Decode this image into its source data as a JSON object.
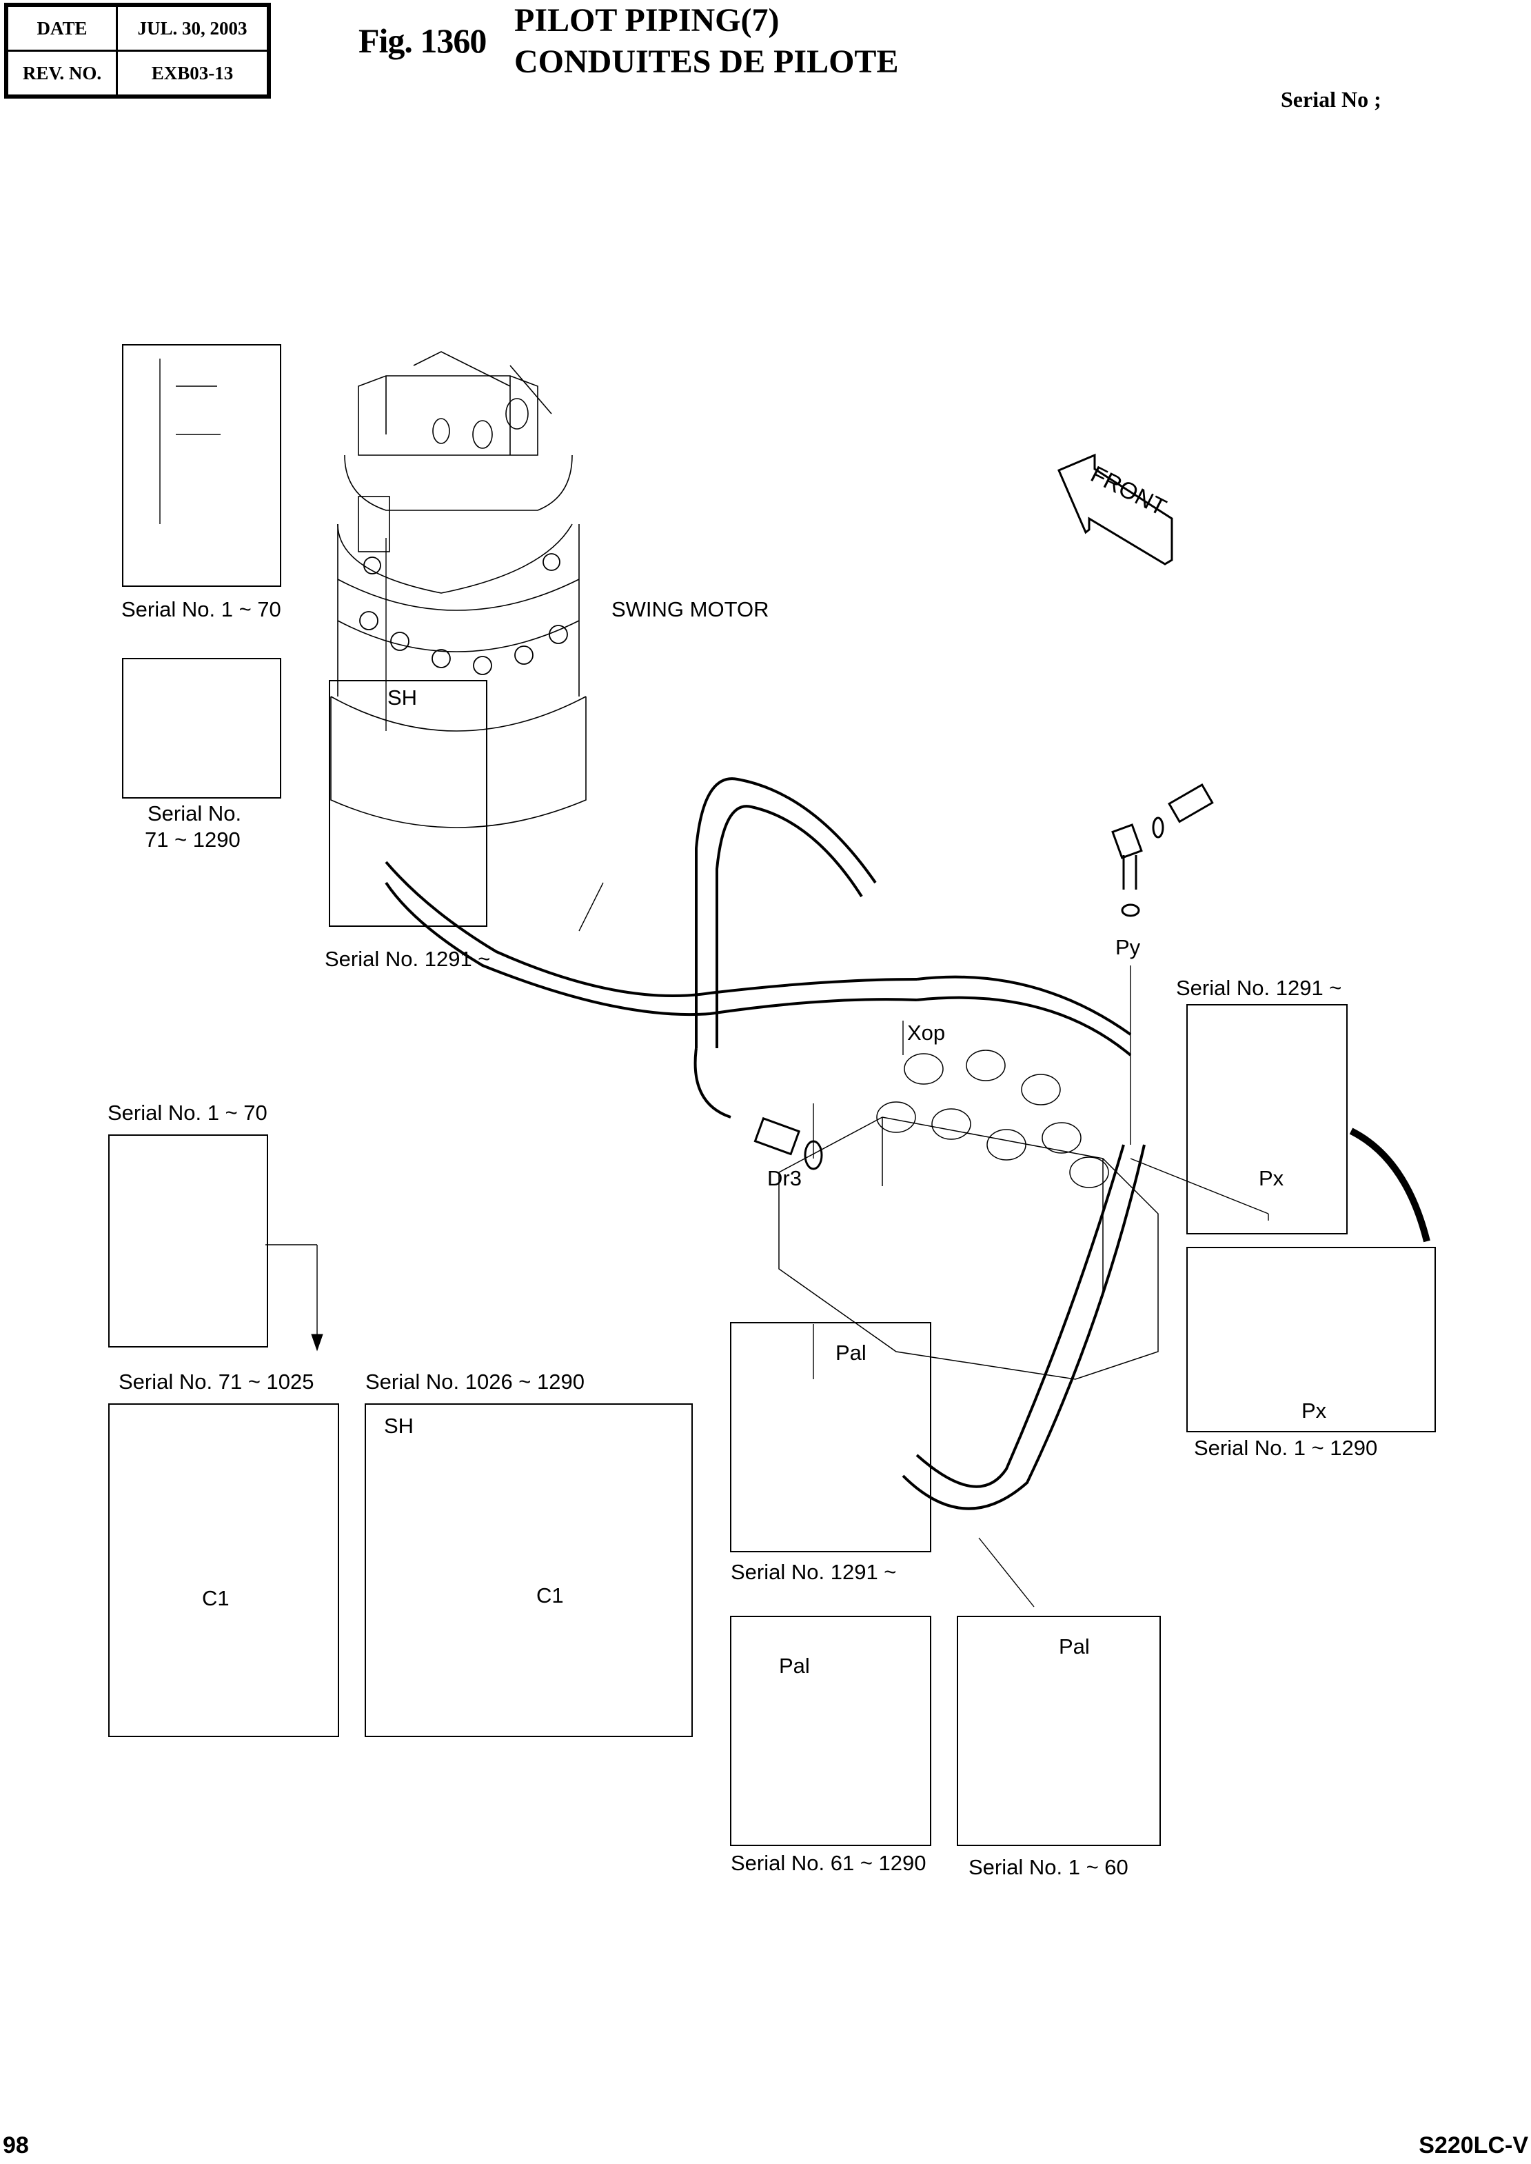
{
  "header": {
    "date_label": "DATE",
    "date_value": "JUL. 30, 2003",
    "rev_label": "REV. NO.",
    "rev_value": "EXB03-13",
    "figure_number": "Fig. 1360",
    "title_en": "PILOT PIPING(7)",
    "title_fr": "CONDUITES DE PILOTE",
    "serial_no_label": "Serial No ;"
  },
  "footer": {
    "page_number": "98",
    "model": "S220LC-V"
  },
  "diagram": {
    "front_arrow_label": "FRONT",
    "main_component_label": "SWING MOTOR",
    "port_labels": {
      "sh_main": "SH",
      "xop": "Xop",
      "dr3": "Dr3",
      "py": "Py",
      "px_1291": "Px",
      "px_1_1290": "Px",
      "pal_1291": "Pal",
      "pal_61_1290": "Pal",
      "pal_1_60": "Pal",
      "c1_71_1025": "C1",
      "c1_1026_1290": "C1",
      "sh_1026_1290": "SH"
    },
    "inset_captions": {
      "swing_1_70": "Serial No. 1 ~ 70",
      "swing_71_1290_line1": "Serial No.",
      "swing_71_1290_line2": "71 ~ 1290",
      "main_hose_1291": "Serial No. 1291 ~",
      "px_1291": "Serial No. 1291 ~",
      "px_1_1290": "Serial No. 1 ~ 1290",
      "left_1_70": "Serial No. 1 ~ 70",
      "block_71_1025": "Serial No. 71 ~ 1025",
      "block_1026_1290": "Serial No. 1026 ~ 1290",
      "pal_1291": "Serial No. 1291 ~",
      "pal_61_1290": "Serial No. 61 ~ 1290",
      "pal_1_60": "Serial No. 1 ~ 60"
    }
  }
}
